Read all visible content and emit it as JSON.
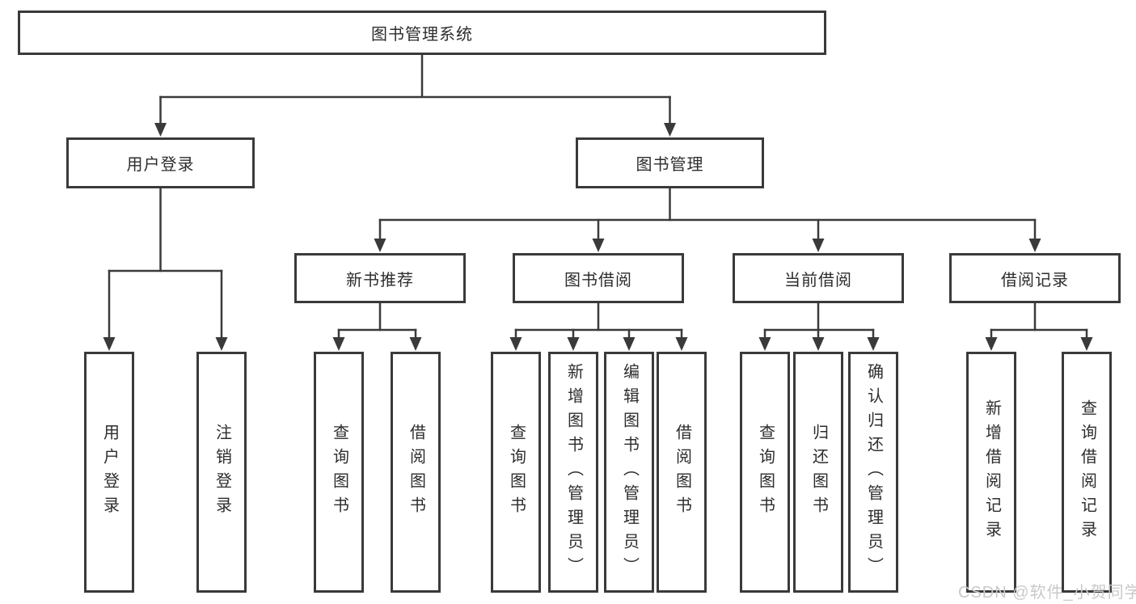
{
  "watermark": {
    "text": "CSDN @软件_小贺同学"
  },
  "colors": {
    "line": "#3a3a3a",
    "box_border": "#3a3a3a",
    "text": "#2d2d2d",
    "watermark": "#c9c9c9",
    "background": "#ffffff"
  },
  "tree": {
    "root": {
      "label": "图书管理系统",
      "children": [
        {
          "label": "用户登录",
          "children": [
            {
              "label": "用户登录"
            },
            {
              "label": "注销登录"
            }
          ]
        },
        {
          "label": "图书管理",
          "children": [
            {
              "label": "新书推荐",
              "children": [
                {
                  "label": "查询图书"
                },
                {
                  "label": "借阅图书"
                }
              ]
            },
            {
              "label": "图书借阅",
              "children": [
                {
                  "label": "查询图书"
                },
                {
                  "label": "新增图书（管理员）"
                },
                {
                  "label": "编辑图书（管理员）"
                },
                {
                  "label": "借阅图书"
                }
              ]
            },
            {
              "label": "当前借阅",
              "children": [
                {
                  "label": "查询图书"
                },
                {
                  "label": "归还图书"
                },
                {
                  "label": "确认归还（管理员）"
                }
              ]
            },
            {
              "label": "借阅记录",
              "children": [
                {
                  "label": "新增借阅记录"
                },
                {
                  "label": "查询借阅记录"
                }
              ]
            }
          ]
        }
      ]
    }
  }
}
